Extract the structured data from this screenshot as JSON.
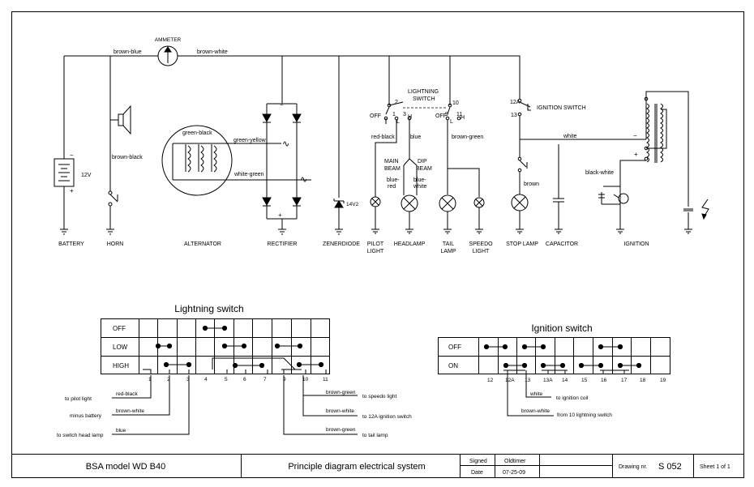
{
  "wires": {
    "brown_blue": "brown-blue",
    "brown_white": "brown-white",
    "brown_black": "brown-black",
    "green_black": "green-black",
    "green_yellow": "green-yellow",
    "white_green": "white-green",
    "red_black": "red-black",
    "blue": "blue",
    "blue_red_1": "blue-",
    "blue_red_2": "red",
    "blue_white_1": "blue-",
    "blue_white_2": "white",
    "brown_green": "brown-green",
    "white": "white",
    "brown": "brown",
    "black_white": "black-white"
  },
  "labels": {
    "ammeter": "AMMETER",
    "lightning_switch_1": "LIGHTNING",
    "lightning_switch_2": "SWITCH",
    "ignition_switch": "IGNITION SWITCH",
    "voltage_12v": "12V",
    "zener_voltage": "14V2",
    "main_beam_1": "MAIN",
    "main_beam_2": "BEAM",
    "dip_beam_1": "DIP",
    "dip_beam_2": "BEAM",
    "off": "OFF",
    "term_1": "1",
    "term_2": "2",
    "term_3": "3",
    "term_9": "9",
    "term_10": "10",
    "term_11": "11",
    "term_12a": "12A",
    "term_13": "13",
    "term_l": "L",
    "term_h": "H"
  },
  "components": {
    "battery": "BATTERY",
    "horn": "HORN",
    "alternator": "ALTERNATOR",
    "rectifier": "RECTIFIER",
    "zenerdiode": "ZENERDIODE",
    "pilot_light_1": "PILOT",
    "pilot_light_2": "LIGHT",
    "headlamp": "HEADLAMP",
    "tail_lamp_1": "TAIL",
    "tail_lamp_2": "LAMP",
    "speedo_light_1": "SPEEDO",
    "speedo_light_2": "LIGHT",
    "stop_lamp": "STOP LAMP",
    "capacitor": "CAPACITOR",
    "ignition": "IGNITION"
  },
  "lightning_table": {
    "title": "Lightning switch",
    "rows": [
      "OFF",
      "LOW",
      "HIGH"
    ],
    "terminals": [
      "1",
      "2",
      "3",
      "4",
      "5",
      "6",
      "7",
      "9",
      "10",
      "11"
    ]
  },
  "ignition_table": {
    "title": "Ignition switch",
    "rows": [
      "OFF",
      "ON"
    ],
    "terminals": [
      "12",
      "12A",
      "13",
      "13A",
      "14",
      "15",
      "16",
      "17",
      "18",
      "19"
    ]
  },
  "lightning_callouts": [
    {
      "wire": "red-black",
      "target": "to pilot light"
    },
    {
      "wire": "brown-white",
      "target": "minus battery"
    },
    {
      "wire": "blue",
      "target": "to switch head lamp"
    },
    {
      "wire": "brown-green",
      "target": "to speedo light"
    },
    {
      "wire": "brown-white",
      "target": "to 12A ignition switch"
    },
    {
      "wire": "brown-green",
      "target": "to tail lamp"
    }
  ],
  "ignition_callouts": [
    {
      "wire": "white",
      "target": "to ignition coil"
    },
    {
      "wire": "brown-white",
      "target": "from 10 lightning switch"
    }
  ],
  "title_block": {
    "model": "BSA model WD B40",
    "description": "Principle diagram electrical system",
    "signed_label": "Signed",
    "signed_value": "Oldtimer",
    "date_label": "Date",
    "date_value": "07-25-09",
    "drawing_label": "Drawing nr.",
    "drawing_value": "S 052",
    "sheet": "Sheet 1 of 1"
  }
}
